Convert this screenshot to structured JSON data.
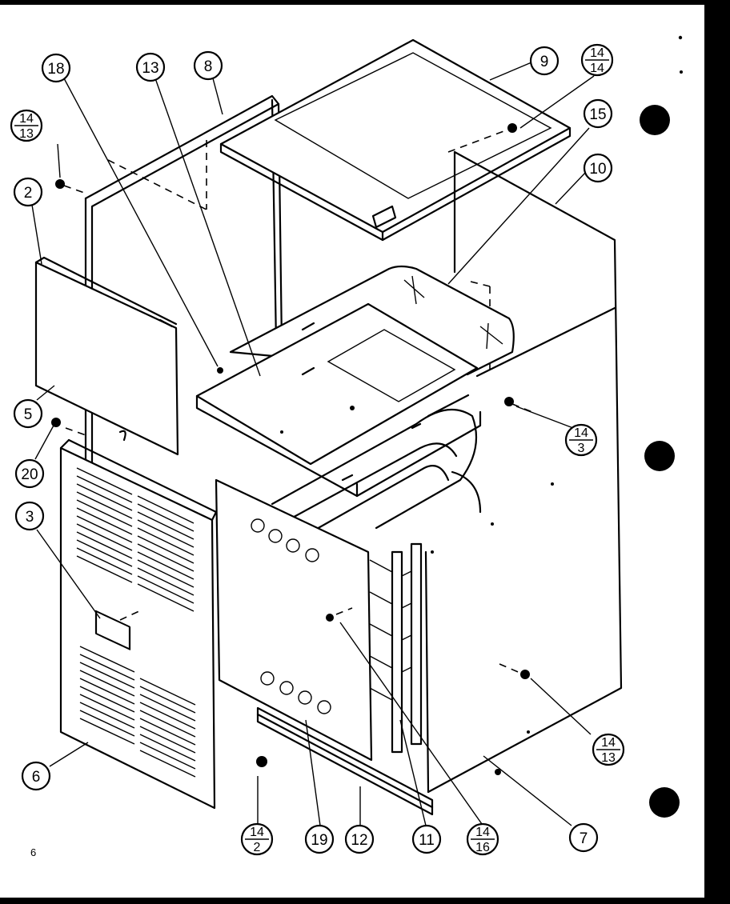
{
  "callouts": {
    "c18": "18",
    "c13": "13",
    "c8": "8",
    "c9": "9",
    "c15": "15",
    "c10": "10",
    "c2": "2",
    "c5": "5",
    "c20": "20",
    "c3": "3",
    "c6": "6",
    "c19": "19",
    "c12": "12",
    "c11": "11",
    "c7": "7"
  },
  "fraction_callouts": {
    "f14_14": {
      "num": "14",
      "den": "14"
    },
    "f14_13_top": {
      "num": "14",
      "den": "13"
    },
    "f14_3": {
      "num": "14",
      "den": "3"
    },
    "f14_13_bot": {
      "num": "14",
      "den": "13"
    },
    "f14_2": {
      "num": "14",
      "den": "2"
    },
    "f14_16": {
      "num": "14",
      "den": "16"
    }
  },
  "page_number": "6"
}
